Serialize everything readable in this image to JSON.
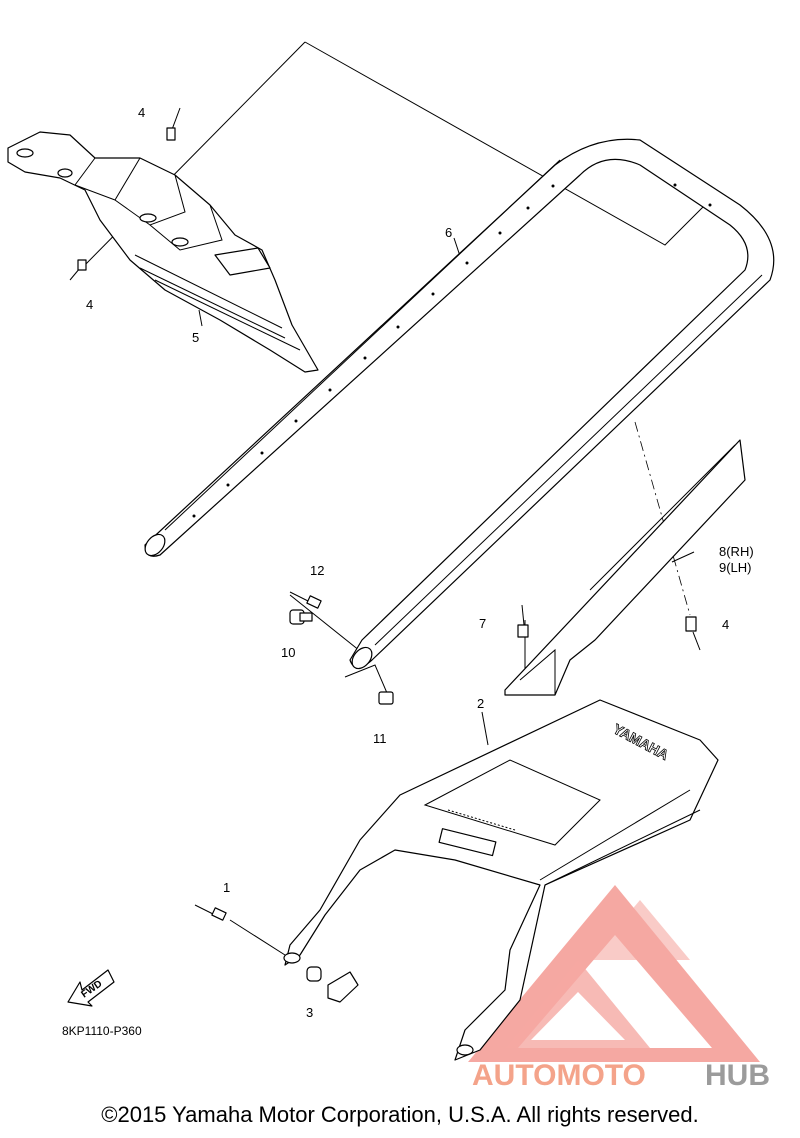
{
  "diagram": {
    "callouts": {
      "c1": "1",
      "c2": "2",
      "c3": "3",
      "c4a": "4",
      "c4b": "4",
      "c4c": "4",
      "c5": "5",
      "c6": "6",
      "c7": "7",
      "c8": "8(RH)",
      "c9": "9(LH)",
      "c10": "10",
      "c11": "11",
      "c12": "12"
    },
    "fwd_label": "FWD",
    "seat_brand": "YAMAHA",
    "part_code": "8KP1110-P360",
    "watermark": {
      "part1": "AUTOMOTO",
      "part2": "HUB",
      "color1": "#f4a38a",
      "color2": "#9b9b9b",
      "logo_color": "#f28c84"
    },
    "copyright": "©2015 Yamaha Motor Corporation, U.S.A. All rights reserved."
  }
}
